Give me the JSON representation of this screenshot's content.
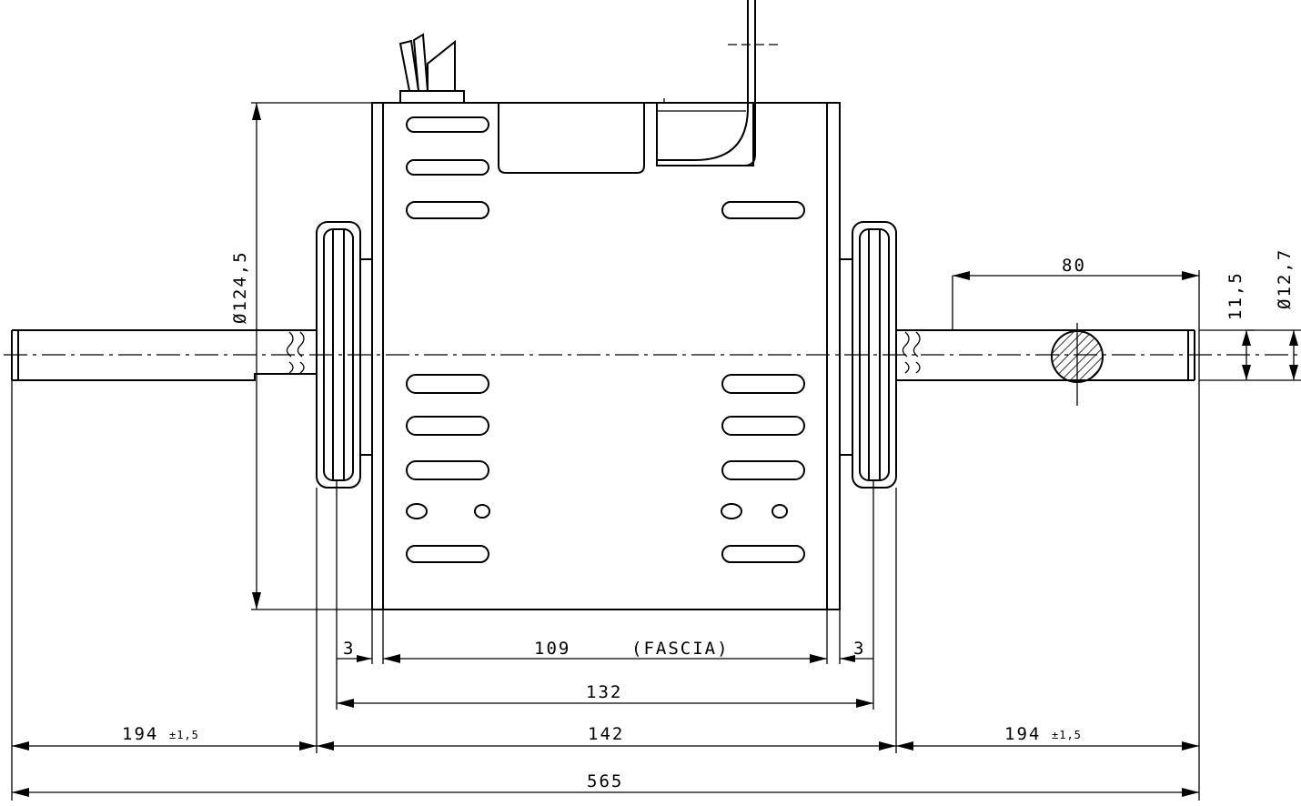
{
  "drawing": {
    "dimensions": {
      "housing_diameter": "Ø124,5",
      "shaft_diameter": "Ø12,7",
      "flat_depth": "11,5",
      "flat_length": "80",
      "fascia_width": "109",
      "fascia_note": "(FASCIA)",
      "gap_left": "3",
      "gap_right": "3",
      "inner_span": "132",
      "body_span": "142",
      "shaft_left": "194",
      "shaft_left_tol": "±1,5",
      "shaft_right": "194",
      "shaft_right_tol": "±1,5",
      "overall_length": "565"
    },
    "colors": {
      "line": "#000000",
      "background": "#ffffff"
    }
  }
}
